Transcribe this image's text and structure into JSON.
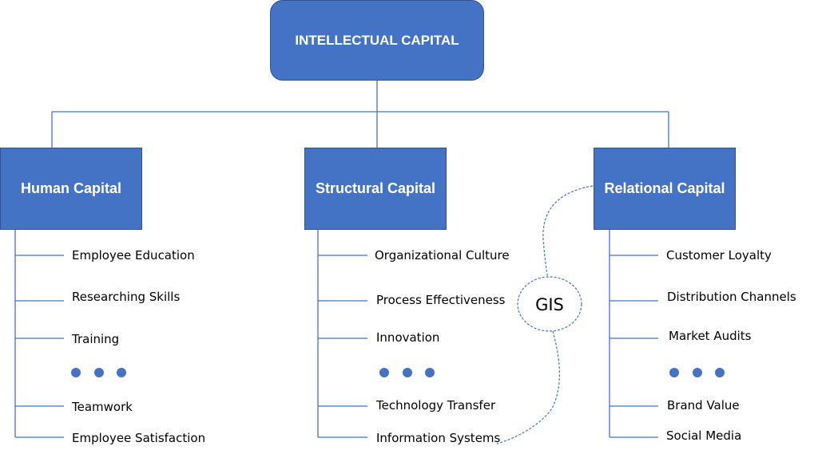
{
  "root": {
    "label": "INTELLECTUAL CAPITAL"
  },
  "categories": [
    {
      "label": "Human Capital",
      "items": [
        "Employee Education",
        "Researching Skills",
        "Training",
        "Teamwork",
        "Employee Satisfaction"
      ]
    },
    {
      "label": "Structural Capital",
      "items": [
        "Organizational Culture",
        "Process Effectiveness",
        "Innovation",
        "Technology Transfer",
        "Information Systems"
      ]
    },
    {
      "label": "Relational Capital",
      "items": [
        "Customer Loyalty",
        "Distribution Channels",
        "Market Audits",
        "Brand Value",
        "Social Media"
      ]
    }
  ],
  "gis": {
    "label": "GIS"
  },
  "colors": {
    "box_fill": "#4472C4",
    "box_border": "#2F528F",
    "connector": "#4472C4",
    "dot": "#4472C4"
  }
}
